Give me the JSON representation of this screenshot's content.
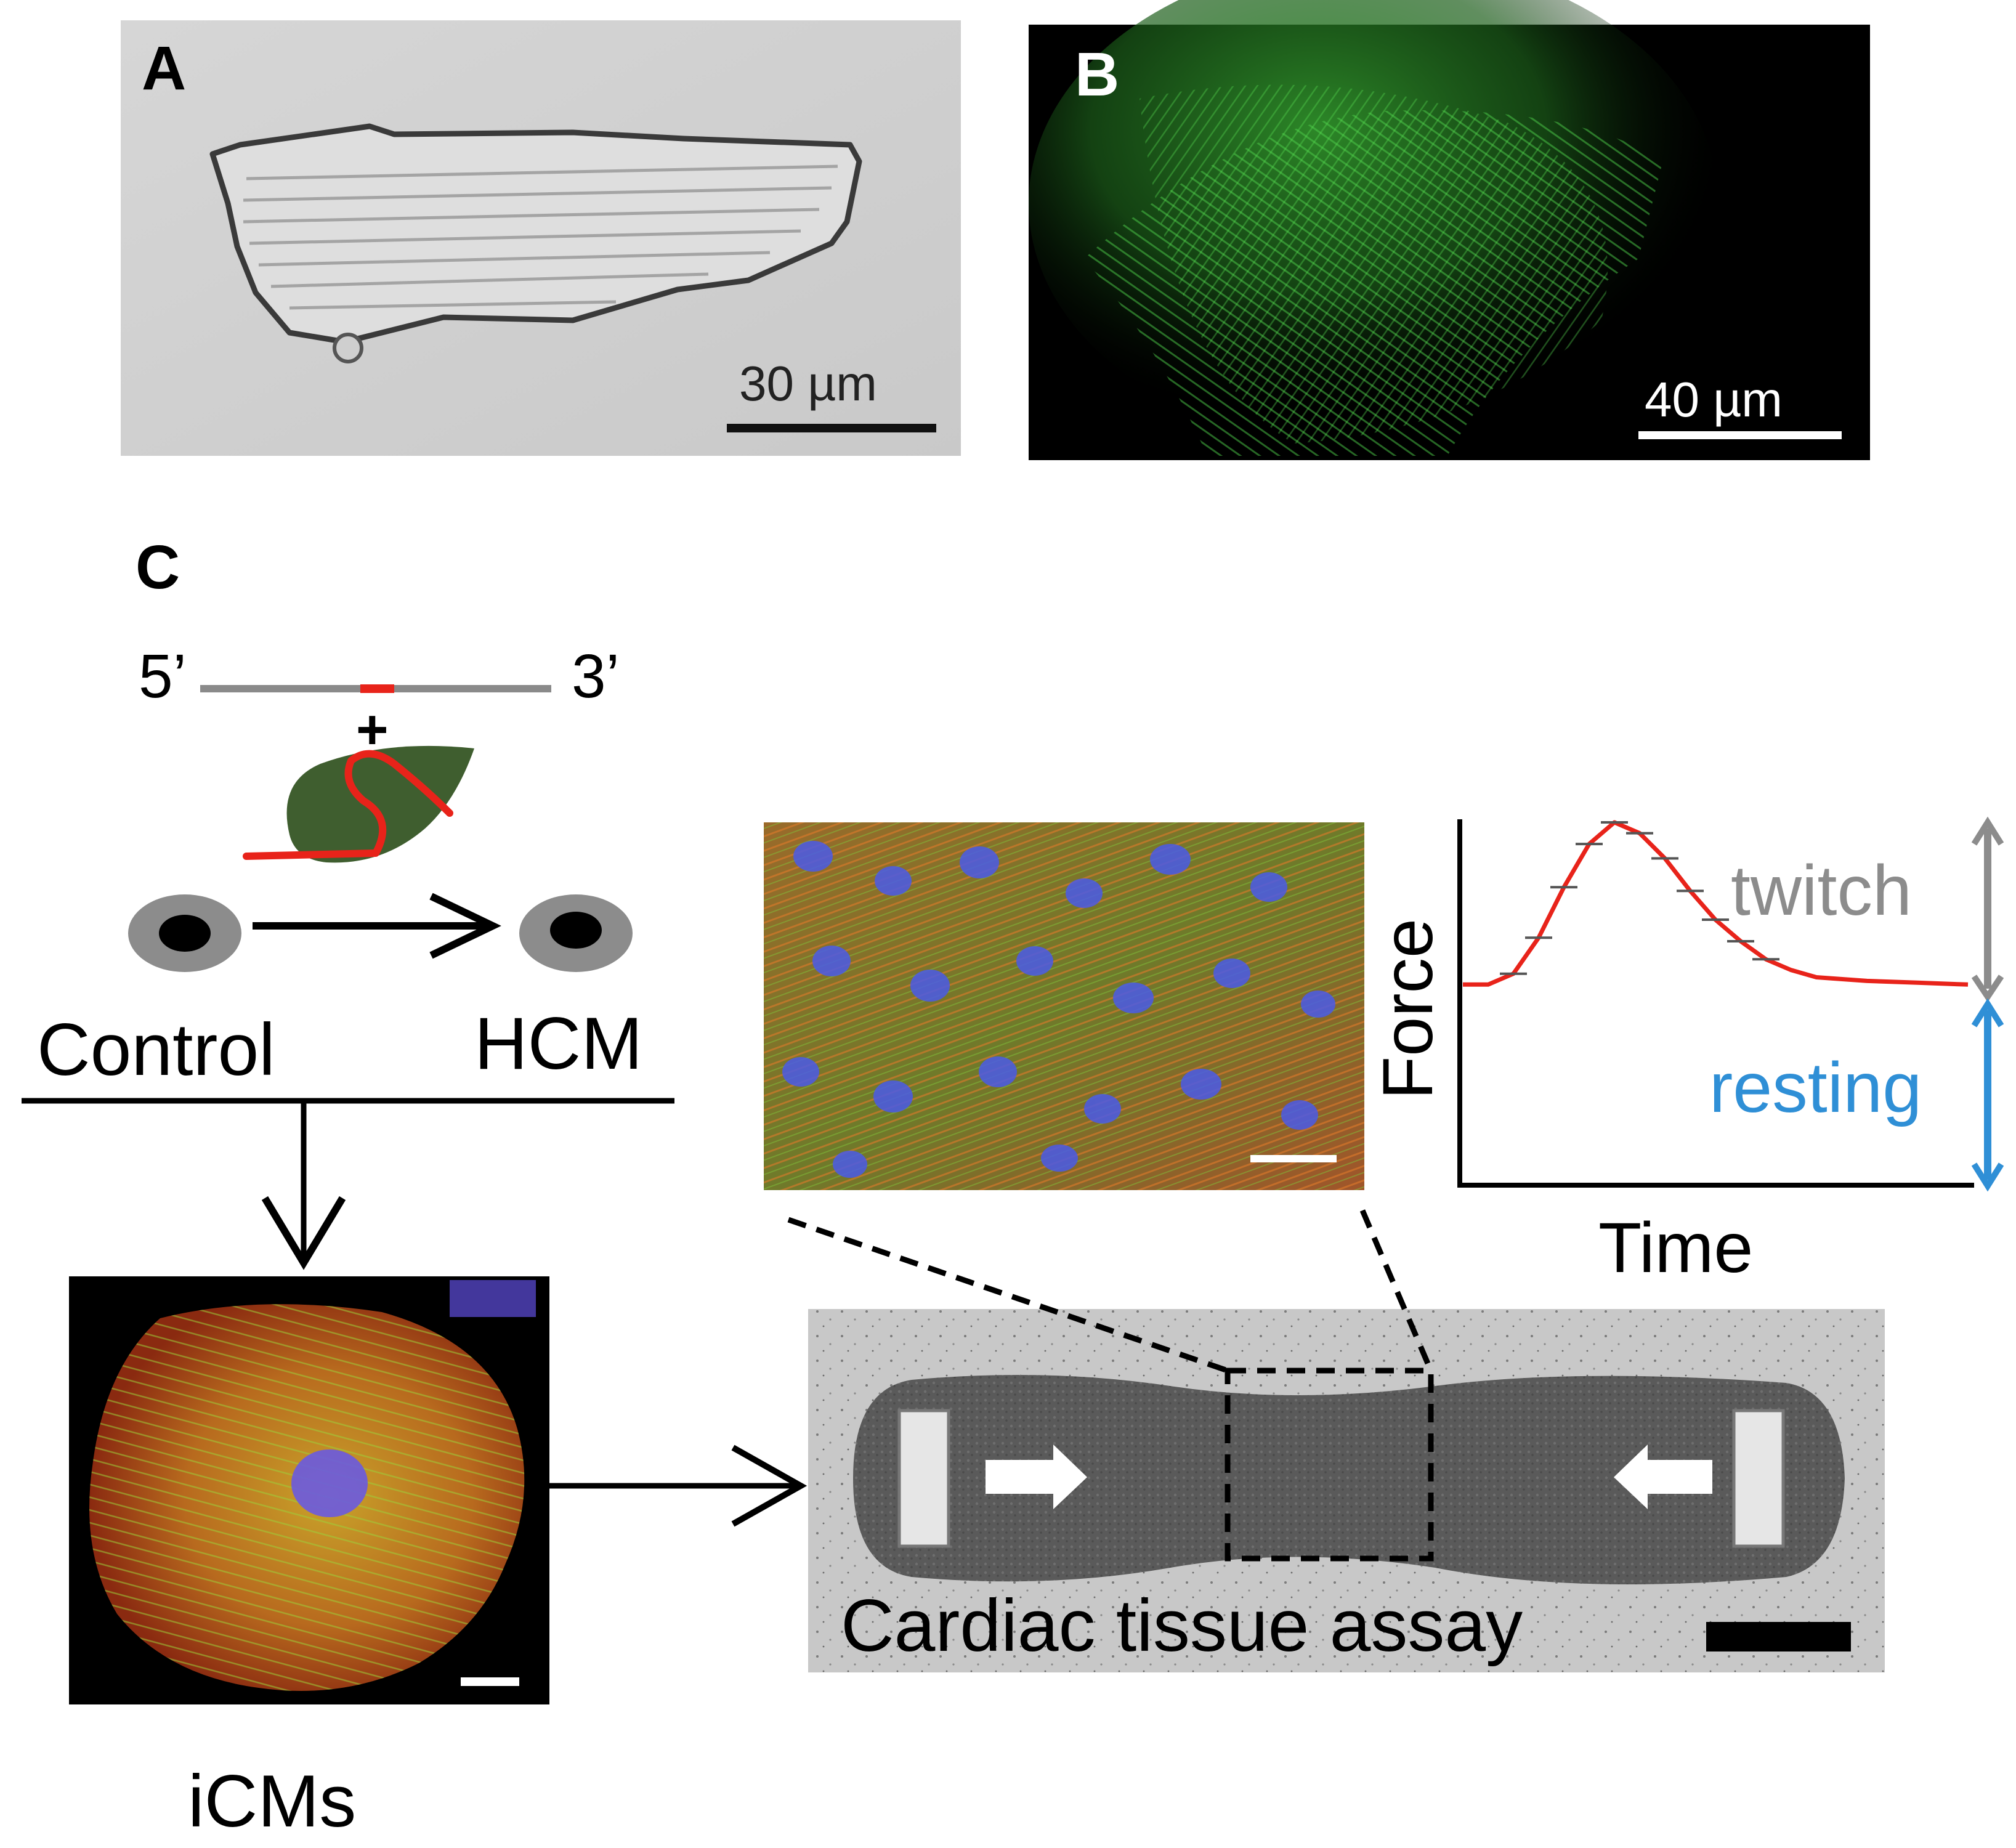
{
  "panels": {
    "a": {
      "label": "A",
      "scale_bar": "30 µm"
    },
    "b": {
      "label": "B",
      "scale_bar": "40 µm"
    },
    "c": {
      "label": "C",
      "strand": {
        "five_prime": "5’",
        "three_prime": "3’",
        "plus": "+"
      },
      "cells": {
        "control": "Control",
        "hcm": "HCM"
      },
      "icms_label": "iCMs",
      "assay_label": "Cardiac tissue assay",
      "force_plot": {
        "ylabel": "Force",
        "xlabel": "Time",
        "twitch_label": "twitch",
        "resting_label": "resting"
      }
    }
  },
  "colors": {
    "label_black": "#000000",
    "strand_gray": "#8a8a8a",
    "mutation_red": "#e8231a",
    "enzyme_green": "#3f5e2f",
    "twitch_gray": "#8c8c8c",
    "resting_blue": "#2f8fd6"
  },
  "chart_data": {
    "type": "line",
    "title": "",
    "xlabel": "Time",
    "ylabel": "Force",
    "series": [
      {
        "x": [
          0,
          0.05,
          0.1,
          0.15,
          0.2,
          0.25,
          0.3,
          0.35,
          0.4,
          0.45,
          0.5,
          0.55,
          0.6,
          0.65,
          0.7,
          0.8,
          0.9,
          1.0
        ],
        "values": [
          0.55,
          0.55,
          0.58,
          0.68,
          0.82,
          0.94,
          1.0,
          0.97,
          0.9,
          0.81,
          0.73,
          0.67,
          0.62,
          0.59,
          0.57,
          0.56,
          0.555,
          0.55
        ]
      }
    ],
    "annotations": [
      "twitch",
      "resting"
    ]
  }
}
